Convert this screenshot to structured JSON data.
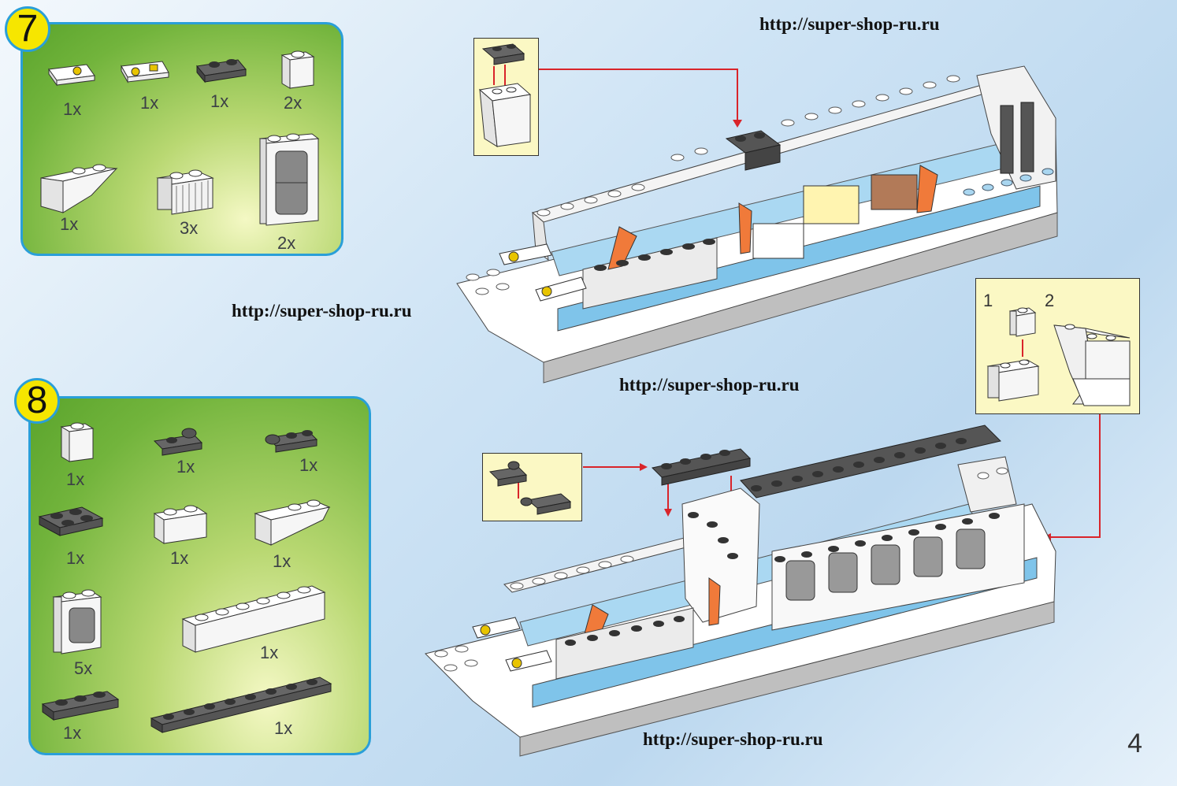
{
  "watermark_text": "http://super-shop-ru.ru",
  "page_number": "4",
  "steps": [
    {
      "number": "7",
      "parts": [
        {
          "qty": "1x",
          "part": "printed-tile-1x2"
        },
        {
          "qty": "1x",
          "part": "printed-tile-yellow-1x2"
        },
        {
          "qty": "1x",
          "part": "plate-1x2-grey"
        },
        {
          "qty": "2x",
          "part": "brick-1x1-white"
        },
        {
          "qty": "1x",
          "part": "slope-inverted-white"
        },
        {
          "qty": "3x",
          "part": "grille-brick-white"
        },
        {
          "qty": "2x",
          "part": "window-panel-white"
        }
      ]
    },
    {
      "number": "8",
      "parts": [
        {
          "qty": "1x",
          "part": "brick-1x1-white"
        },
        {
          "qty": "1x",
          "part": "plate-1x2-grey-clip"
        },
        {
          "qty": "1x",
          "part": "plate-1x2-grey-clip-left"
        },
        {
          "qty": "1x",
          "part": "plate-2x2-grey"
        },
        {
          "qty": "1x",
          "part": "brick-1x2-white"
        },
        {
          "qty": "1x",
          "part": "slope-white"
        },
        {
          "qty": "5x",
          "part": "window-1x2-white"
        },
        {
          "qty": "1x",
          "part": "brick-1x6-white"
        },
        {
          "qty": "1x",
          "part": "plate-1x3-grey"
        },
        {
          "qty": "1x",
          "part": "plate-1x8-grey"
        }
      ]
    }
  ],
  "callouts": [
    {
      "labels": [
        "1",
        "2"
      ]
    }
  ],
  "colors": {
    "panel_border": "#2a9fd8",
    "badge": "#f6e600",
    "callout_bg": "#fbf8c4",
    "hull_blue": "#7fc4ea",
    "arrow_red": "#d9242a"
  }
}
